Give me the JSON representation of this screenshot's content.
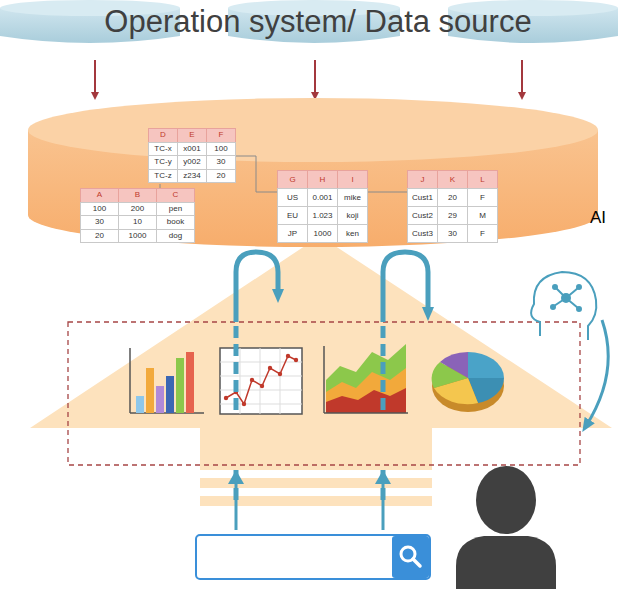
{
  "diagram": {
    "labels": [
      "Operation system/ Data source",
      "D",
      "E",
      "F",
      "TC-x",
      "x001",
      "100",
      "TC-y",
      "y002",
      "30",
      "TC-z",
      "z234",
      "20",
      "A",
      "B",
      "C",
      "100",
      "200",
      "pen",
      "30",
      "10",
      "book",
      "20",
      "1000",
      "dog",
      "G",
      "H",
      "I",
      "US",
      "0.001",
      "mike",
      "EU",
      "1.023",
      "koji",
      "JP",
      "1000",
      "ken",
      "J",
      "K",
      "L",
      "Cust1",
      "20",
      "F",
      "Cust2",
      "29",
      "M",
      "Cust3",
      "30",
      "F",
      "AI"
    ]
  }
}
